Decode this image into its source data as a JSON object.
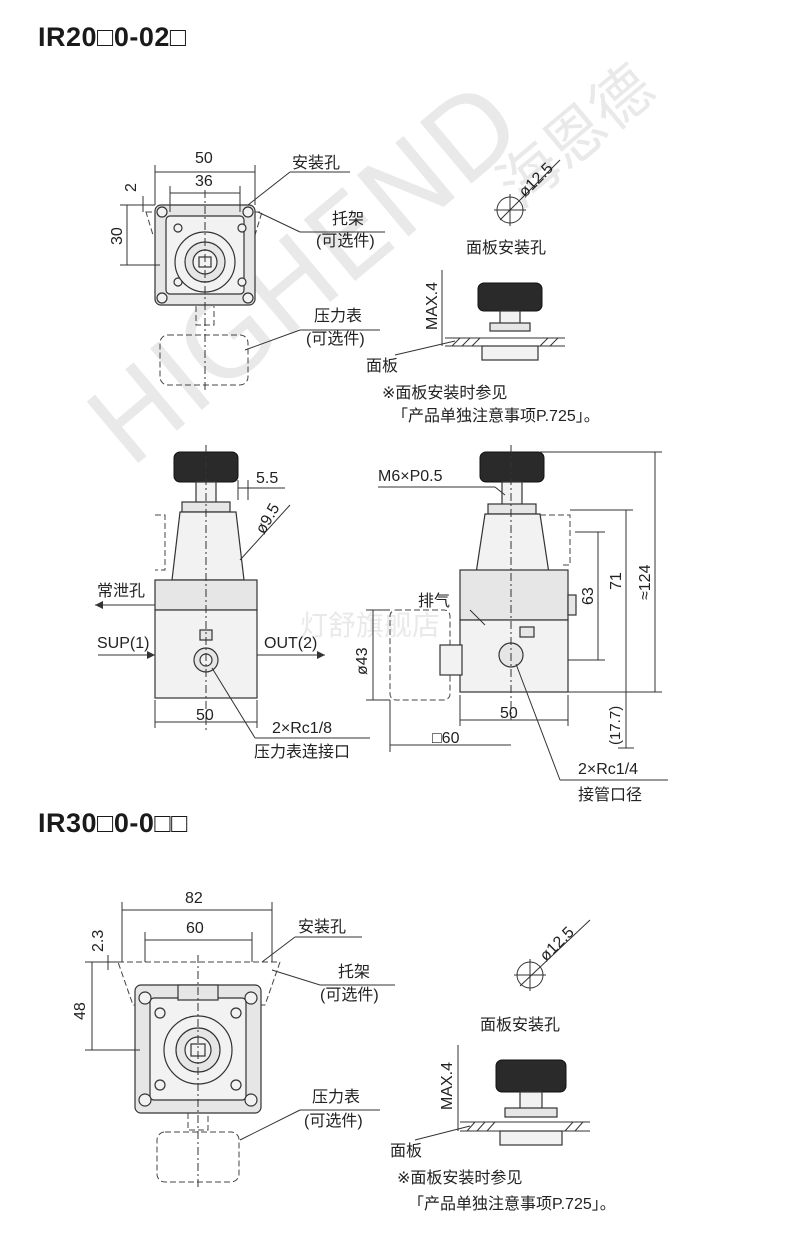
{
  "section1": {
    "title": "IR20□0-02□",
    "front": {
      "dim_width": "50",
      "dim_inner": "36",
      "dim_offset": "2",
      "dim_height": "30",
      "mounting_hole": "安装孔",
      "bracket": "托架",
      "bracket_opt": "(可选件)",
      "gauge": "压力表",
      "gauge_opt": "(可选件)"
    },
    "panel": {
      "hole_dia": "ø12.5",
      "hole_label": "面板安装孔",
      "max": "MAX.4",
      "panel_label": "面板",
      "note_line1": "※面板安装时参见",
      "note_line2": "「产品单独注意事项P.725」。"
    },
    "side": {
      "dim_55": "5.5",
      "dim_95": "ø9.5",
      "relief": "常泄孔",
      "sup": "SUP(1)",
      "out": "OUT(2)",
      "dim_50": "50",
      "port_rc": "2×Rc1/8",
      "port_label": "压力表连接口"
    },
    "section": {
      "thread": "M6×P0.5",
      "exhaust": "排气",
      "dia43": "ø43",
      "dim_63": "63",
      "dim_71": "71",
      "dim_124": "≈124",
      "dim_177": "(17.7)",
      "dim_50": "50",
      "dim_60": "□60",
      "port_rc": "2×Rc1/4",
      "port_label": "接管口径"
    }
  },
  "section2": {
    "title": "IR30□0-0□□",
    "front": {
      "dim_width": "82",
      "dim_inner": "60",
      "dim_offset": "2.3",
      "dim_height": "48",
      "mounting_hole": "安装孔",
      "bracket": "托架",
      "bracket_opt": "(可选件)",
      "gauge": "压力表",
      "gauge_opt": "(可选件)"
    },
    "panel": {
      "hole_dia": "ø12.5",
      "hole_label": "面板安装孔",
      "max": "MAX.4",
      "panel_label": "面板",
      "note_line1": "※面板安装时参见",
      "note_line2": "「产品单独注意事项P.725」。"
    }
  },
  "watermark": {
    "brand": "HIGHEND",
    "brand_cn": "海恩德",
    "shop": "灯舒旗舰店"
  }
}
